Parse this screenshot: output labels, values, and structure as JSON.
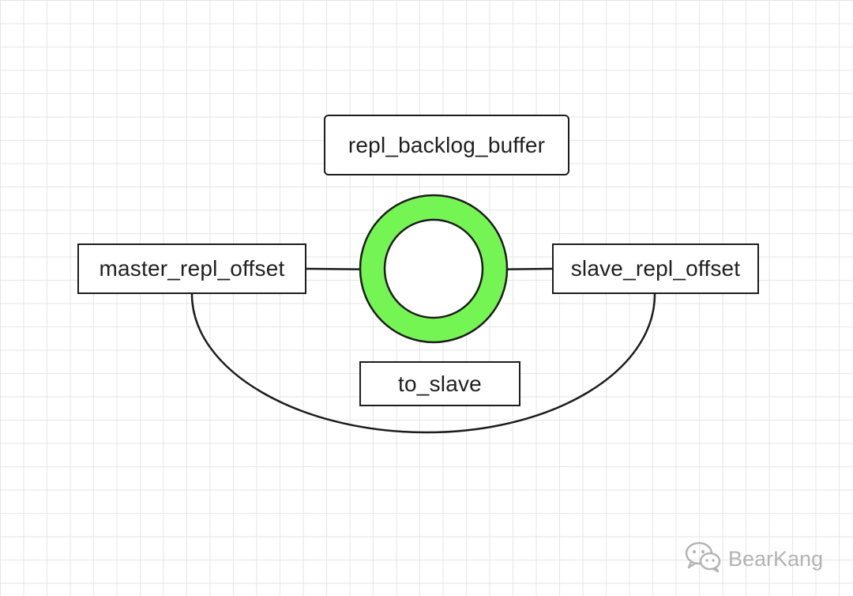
{
  "diagram": {
    "nodes": {
      "buffer": "repl_backlog_buffer",
      "master_offset": "master_repl_offset",
      "slave_offset": "slave_repl_offset",
      "to_slave": "to_slave"
    },
    "colors": {
      "ring_fill": "#75f554",
      "stroke": "#1c1c1c"
    }
  },
  "watermark": {
    "icon": "wechat-icon",
    "text": "BearKang"
  }
}
